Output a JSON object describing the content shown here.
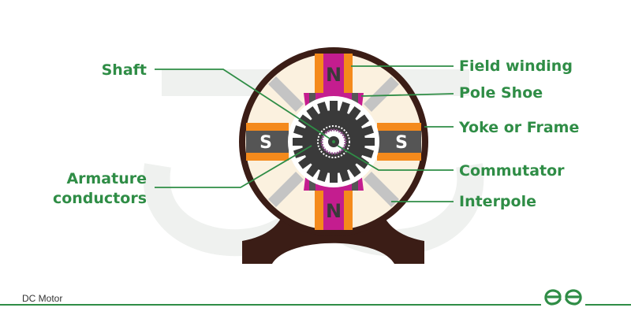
{
  "labels": {
    "shaft": "Shaft",
    "armature_line1": "Armature",
    "armature_line2": "conductors",
    "field_winding": "Field winding",
    "pole_shoe": "Pole Shoe",
    "yoke": "Yoke or Frame",
    "commutator": "Commutator",
    "interpole": "Interpole"
  },
  "poles": {
    "top": "N",
    "bottom": "N",
    "left": "S",
    "right": "S"
  },
  "caption": "DC Motor",
  "colors": {
    "accent": "#2f8d46",
    "label_text": "#2f8d46",
    "yoke": "#3b1d16",
    "interior": "#fbf1df",
    "field_winding": "#f48a1c",
    "pole_core": "#c41d8f",
    "pole_side": "#555555",
    "interpole": "#c4c4c4",
    "armature": "#3a3a3a",
    "commutator": "#8e4b8a",
    "watermark": "#eef0ee"
  },
  "icons": {
    "logo": "geeksforgeeks-logo"
  }
}
